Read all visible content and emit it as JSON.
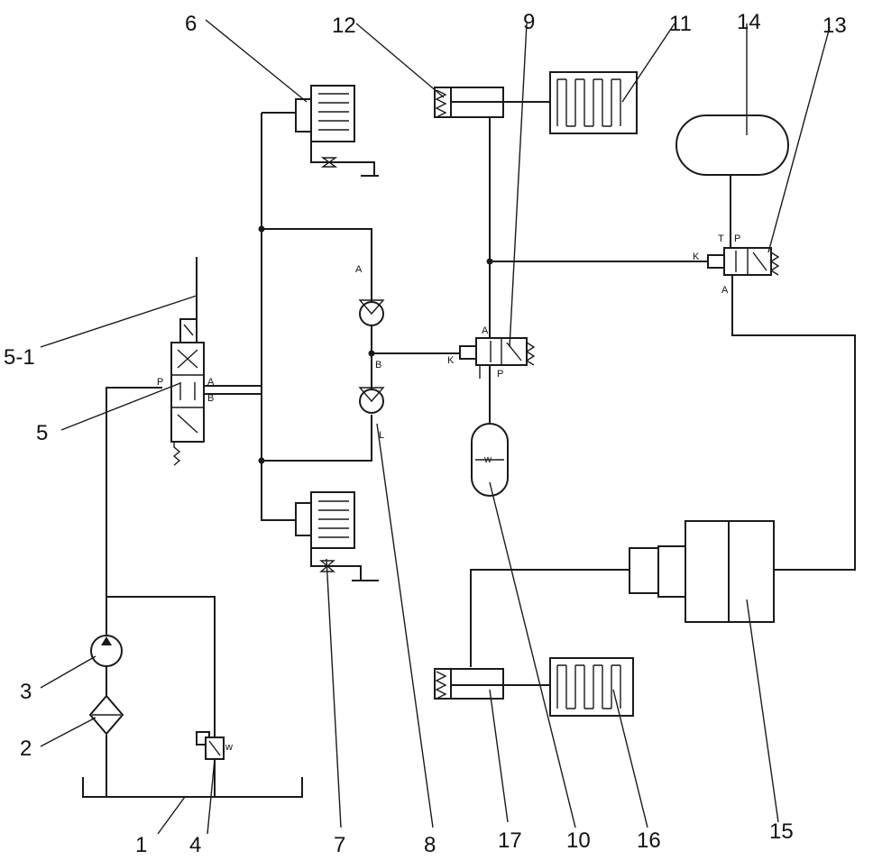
{
  "labels": {
    "n1": "1",
    "n2": "2",
    "n3": "3",
    "n4": "4",
    "n5": "5",
    "n5_1": "5-1",
    "n6": "6",
    "n7": "7",
    "n8": "8",
    "n9": "9",
    "n10": "10",
    "n11": "11",
    "n12": "12",
    "n13": "13",
    "n14": "14",
    "n15": "15",
    "n16": "16",
    "n17": "17"
  },
  "ports": {
    "check_upper": "A",
    "check_junction": "B",
    "v9_pilot": "K",
    "v9_a": "A",
    "v9_p": "P",
    "v13_pilot": "K",
    "v13_t": "T",
    "v13_p": "P",
    "v13_a": "A",
    "v5_a": "A"
  }
}
